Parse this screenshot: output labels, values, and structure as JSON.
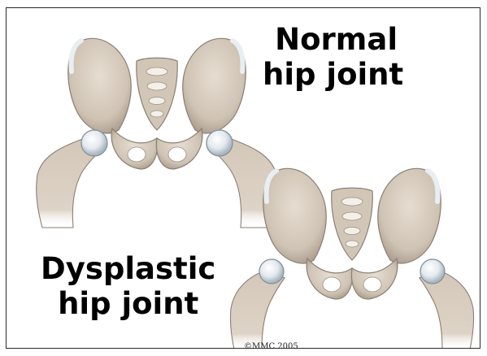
{
  "labels": {
    "normal_line1": "Normal",
    "normal_line2": "hip joint",
    "dysplastic_line1": "Dysplastic",
    "dysplastic_line2": "hip joint"
  },
  "copyright": "©MMC 2005",
  "colors": {
    "bone": "#d8cdbf",
    "bone_shadow": "#b8aa98",
    "bone_dark": "#9d8f7f",
    "cartilage": "#e8eef2",
    "cartilage_edge": "#9fb0bd",
    "outline": "#7a7066"
  },
  "icons": [
    "normal-pelvis-illustration",
    "dysplastic-pelvis-illustration"
  ]
}
